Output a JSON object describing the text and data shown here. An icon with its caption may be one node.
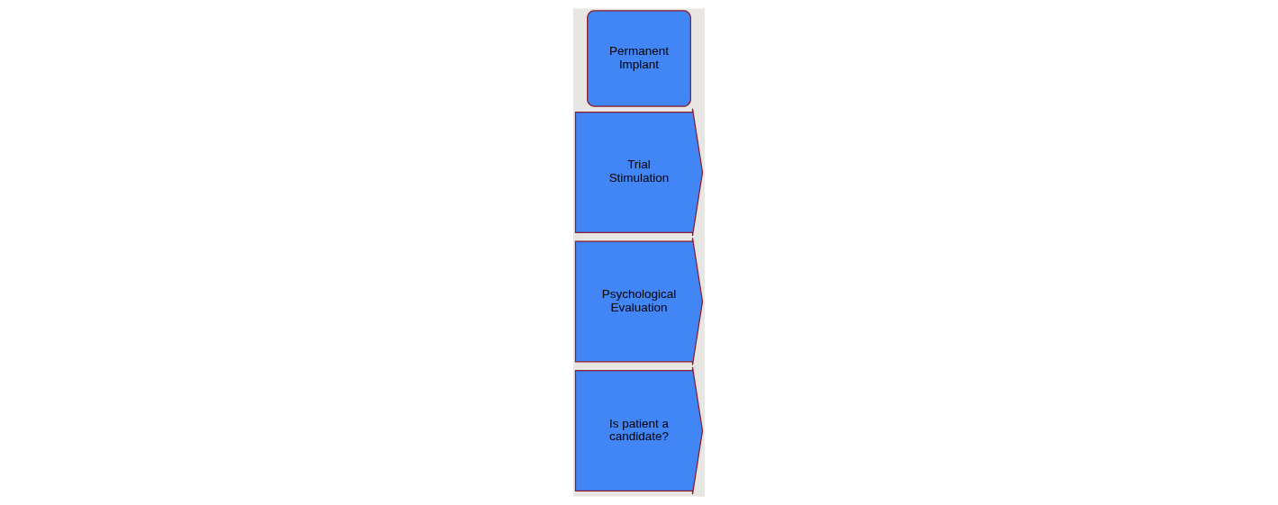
{
  "diagram": {
    "nodes": [
      {
        "text": [
          "Is patient a candidate?"
        ]
      },
      {
        "text": [
          "Psychological Evaluation"
        ]
      },
      {
        "text": [
          "Trial Stimulation"
        ]
      },
      {
        "text": [
          "Permanent Implant"
        ]
      }
    ]
  }
}
